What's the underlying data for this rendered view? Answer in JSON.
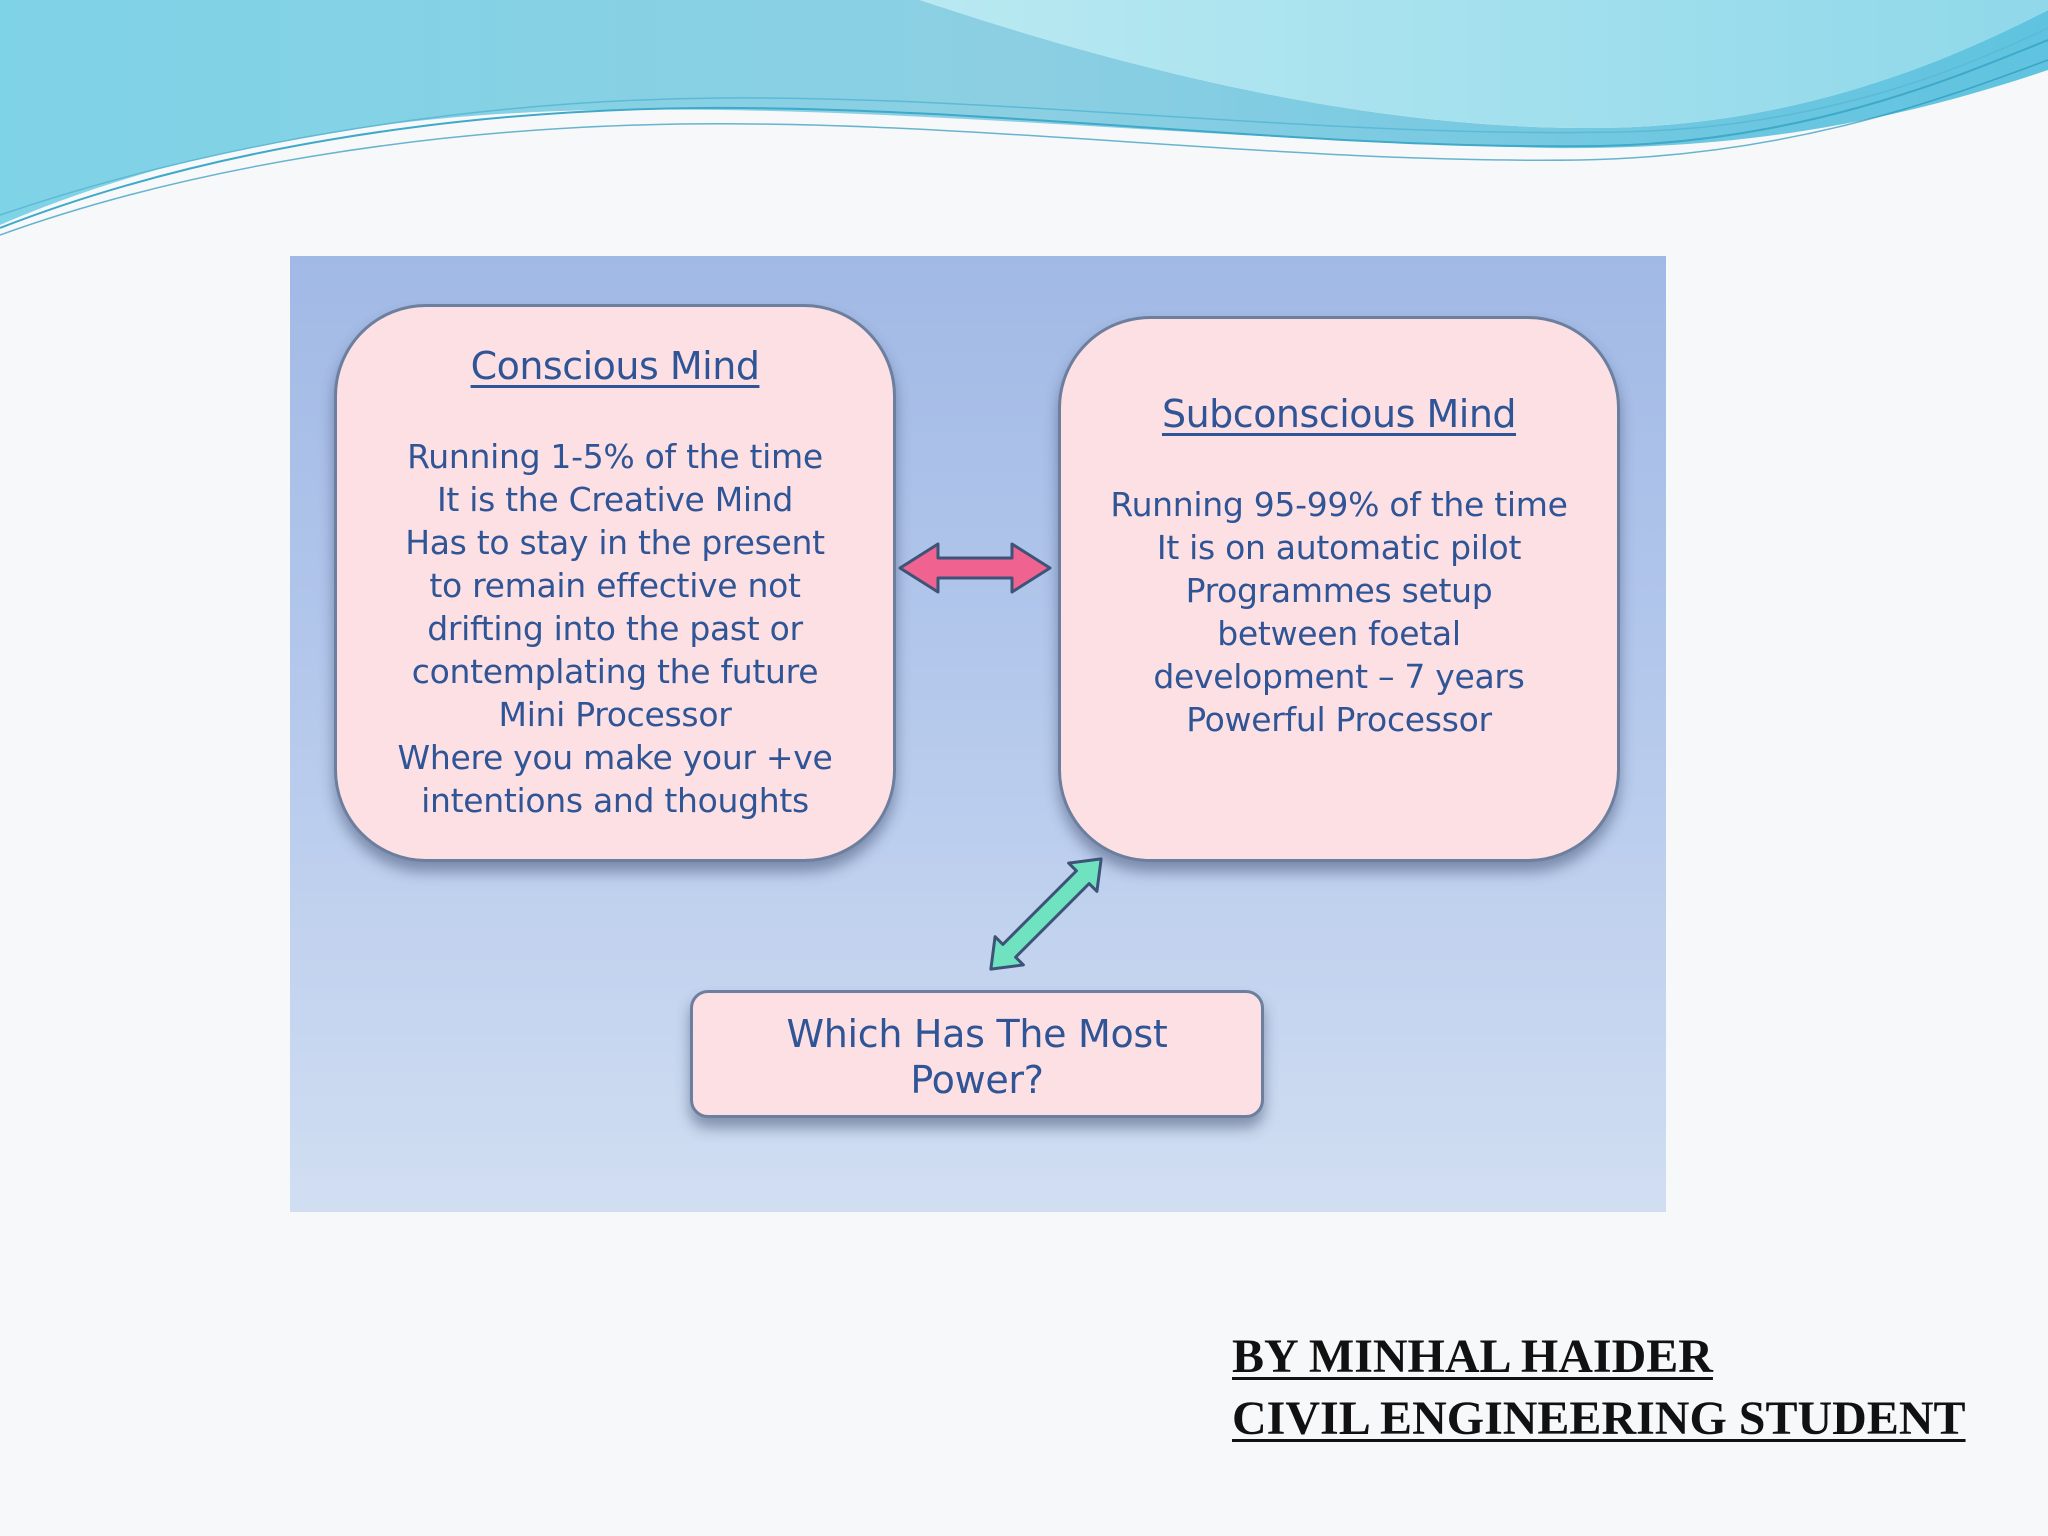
{
  "diagram": {
    "conscious_box": {
      "title": "Conscious Mind",
      "lines": [
        "Running 1-5% of the time",
        "It is the Creative Mind",
        "Has to stay in the present",
        "to remain effective not",
        "drifting into the past or",
        "contemplating the future",
        "Mini Processor",
        "Where you make your +ve",
        "intentions and thoughts"
      ]
    },
    "subconscious_box": {
      "title": "Subconscious Mind",
      "lines": [
        "Running 95-99% of the time",
        "It is on automatic pilot",
        "Programmes setup",
        "between foetal",
        "development – 7 years",
        "Powerful Processor"
      ]
    },
    "question_box": {
      "text": "Which Has The Most Power?"
    },
    "colors": {
      "box_fill": "#fde0e3",
      "box_text": "#2f5597",
      "arrow_horizontal": "#f0628f",
      "arrow_diagonal": "#6fe3bf",
      "panel_top": "#a1b9e5",
      "panel_bottom": "#d1def2"
    }
  },
  "credits": {
    "author": "BY MINHAL HAIDER",
    "role": "CIVIL ENGINEERING STUDENT"
  }
}
